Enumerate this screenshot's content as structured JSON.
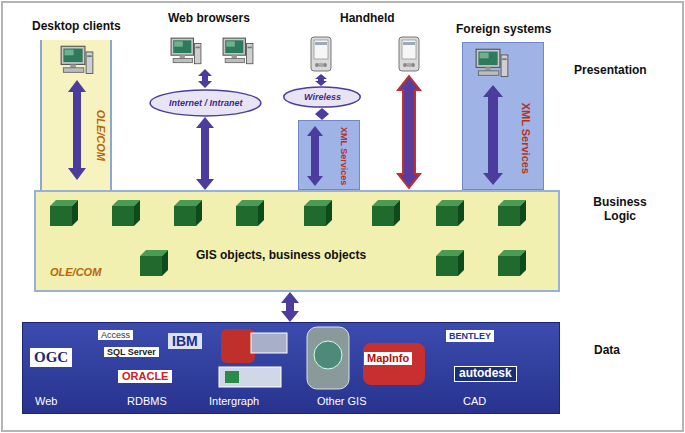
{
  "diagram": {
    "nodes": [
      {
        "text": [
          "Desktop clients",
          "OLE/COM"
        ]
      },
      {
        "text": [
          "Internet / Intranet"
        ]
      },
      {
        "text": [
          "Wireless"
        ]
      },
      {
        "text": [
          "XML Services"
        ]
      },
      {
        "text": [
          "Foreign systems",
          "XML Services"
        ]
      },
      {
        "text": [
          "GIS objects, business objects",
          "OLE/COM"
        ]
      },
      {
        "text": [
          "Web",
          "RDBMS",
          "Intergraph",
          "Other GIS",
          "CAD"
        ]
      }
    ],
    "edges": [
      {
        "from": 1,
        "to": 5,
        "arrow": "both"
      },
      {
        "from": 2,
        "to": 3,
        "arrow": "both"
      },
      {
        "from": 5,
        "to": 6,
        "arrow": "both"
      }
    ],
    "labels": [
      "Web browsers",
      "Handheld",
      "Presentation",
      "Business Logic",
      "Data",
      "OGC",
      "Access",
      "SQL Server",
      "IBM",
      "ORACLE",
      "MapInfo",
      "BENTLEY",
      "autodesk"
    ]
  }
}
